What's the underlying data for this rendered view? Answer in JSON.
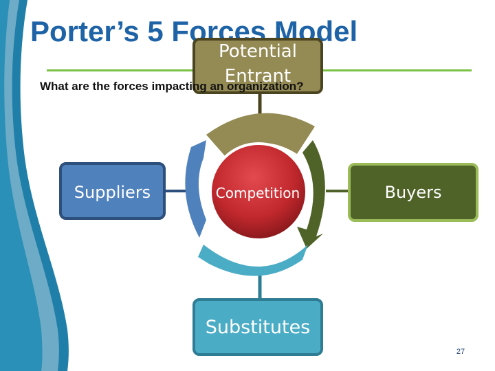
{
  "slide": {
    "title": "Porter’s 5 Forces Model",
    "subtitle": "What are the forces impacting an organization?",
    "page_number": "27"
  },
  "diagram": {
    "center": "Competition",
    "forces": {
      "top": "Potential Entrant",
      "left": "Suppliers",
      "right": "Buyers",
      "bottom": "Substitutes"
    }
  },
  "colors": {
    "title": "#1f63a7",
    "rule": "#7ac143",
    "entrant": "#948a54",
    "suppliers": "#4f81bd",
    "buyers": "#4f6228",
    "substitutes": "#4bacc6",
    "competition": "#c0282d"
  }
}
